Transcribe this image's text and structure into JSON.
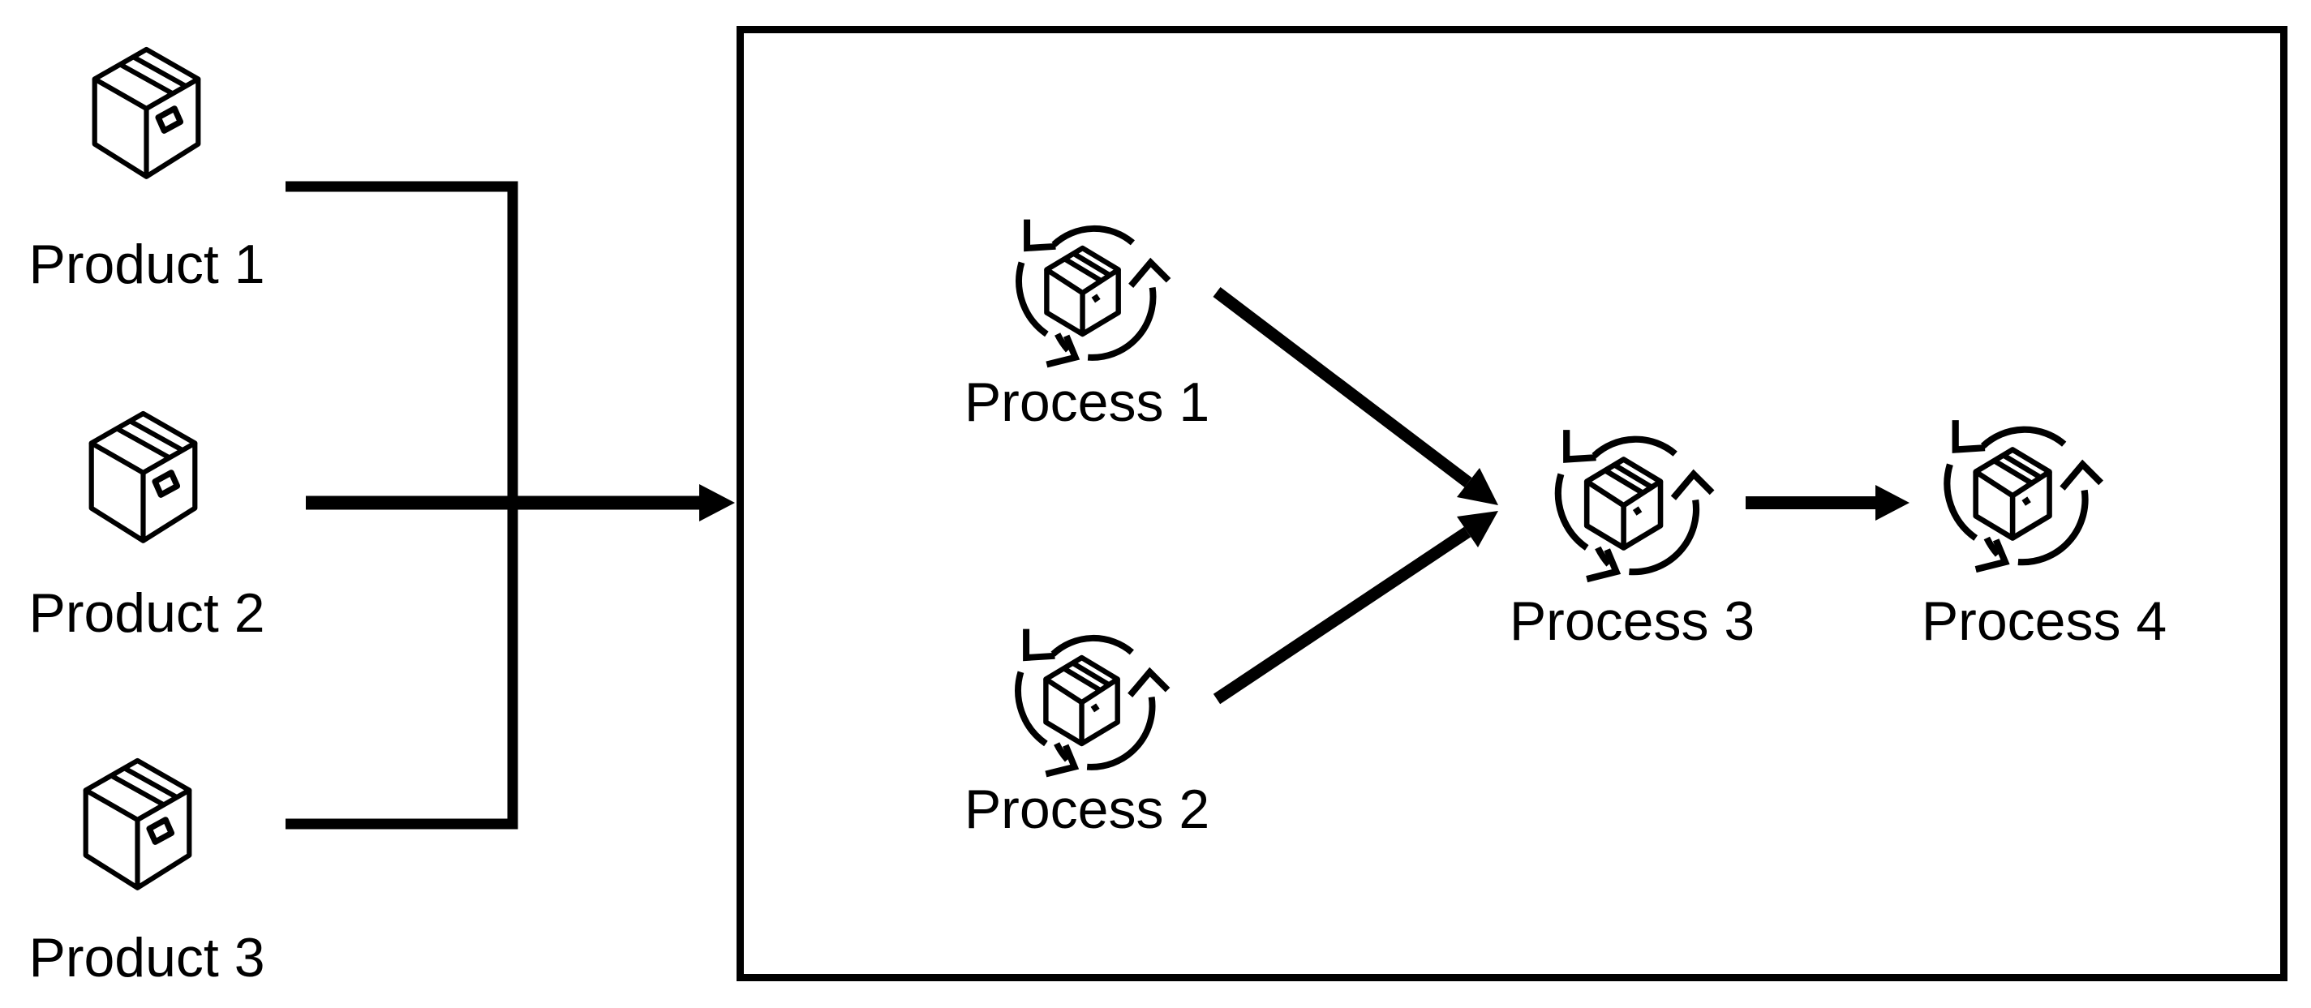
{
  "diagram": {
    "products": [
      {
        "label": "Product 1"
      },
      {
        "label": "Product 2"
      },
      {
        "label": "Product 3"
      }
    ],
    "processes": [
      {
        "label": "Process 1"
      },
      {
        "label": "Process 2"
      },
      {
        "label": "Process 3"
      },
      {
        "label": "Process 4"
      }
    ],
    "flows": [
      {
        "from": "Product 1",
        "to": "boundary-box"
      },
      {
        "from": "Product 2",
        "to": "boundary-box"
      },
      {
        "from": "Product 3",
        "to": "boundary-box"
      },
      {
        "from": "Process 1",
        "to": "Process 3"
      },
      {
        "from": "Process 2",
        "to": "Process 3"
      },
      {
        "from": "Process 3",
        "to": "Process 4"
      }
    ],
    "icons": {
      "product": "package-box-icon",
      "process": "process-cycle-icon"
    },
    "colors": {
      "ink": "#000000",
      "background": "#ffffff"
    }
  }
}
